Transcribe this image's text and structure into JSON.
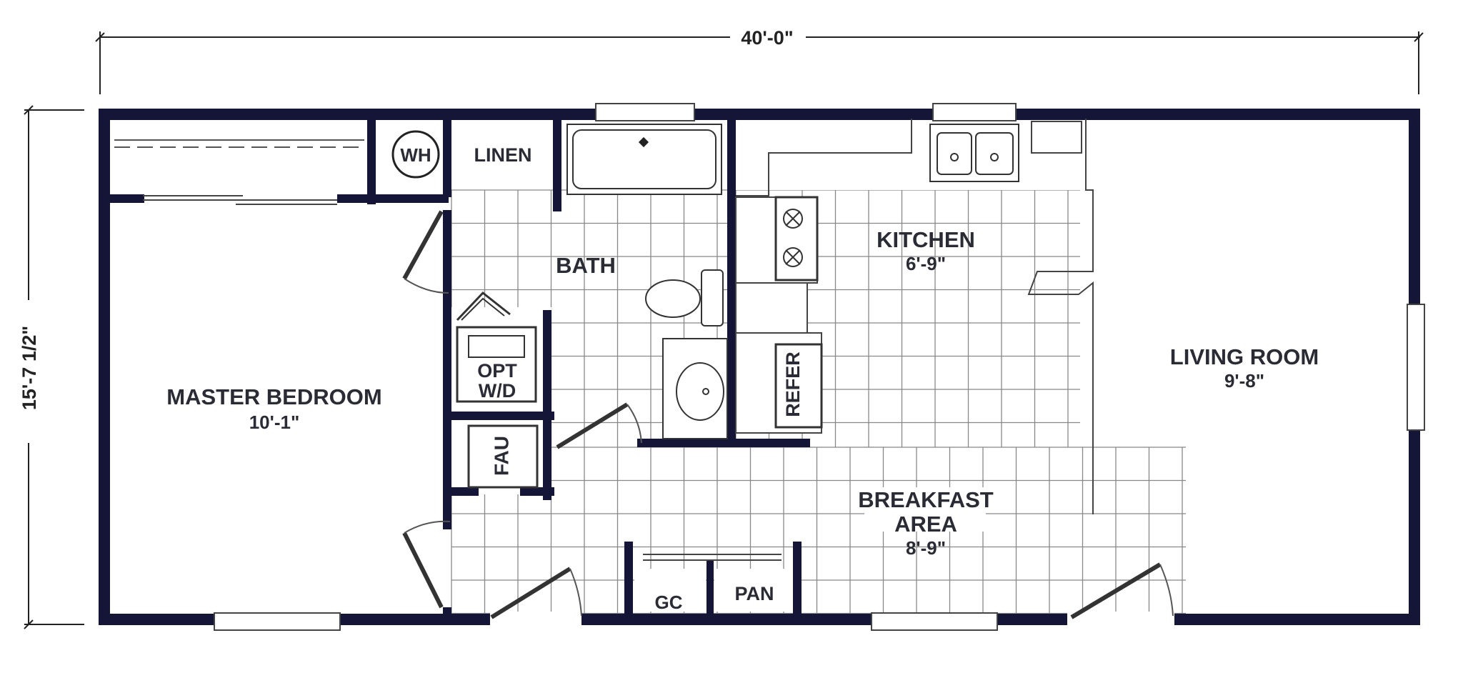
{
  "dimensions": {
    "width": "40'-0\"",
    "height": "15'-7 1/2\""
  },
  "rooms": {
    "master_bedroom": {
      "name": "MASTER BEDROOM",
      "size": "10'-1\""
    },
    "bath": {
      "name": "BATH"
    },
    "kitchen": {
      "name": "KITCHEN",
      "size": "6'-9\""
    },
    "breakfast": {
      "name_line1": "BREAKFAST",
      "name_line2": "AREA",
      "size": "8'-9\""
    },
    "living_room": {
      "name": "LIVING ROOM",
      "size": "9'-8\""
    }
  },
  "fixtures": {
    "wh": "WH",
    "linen": "LINEN",
    "opt_line1": "OPT",
    "opt_line2": "W/D",
    "fau": "FAU",
    "refer": "REFER",
    "gc": "GC",
    "pan": "PAN"
  },
  "colors": {
    "wall": "#151537",
    "text": "#2b2b35"
  }
}
